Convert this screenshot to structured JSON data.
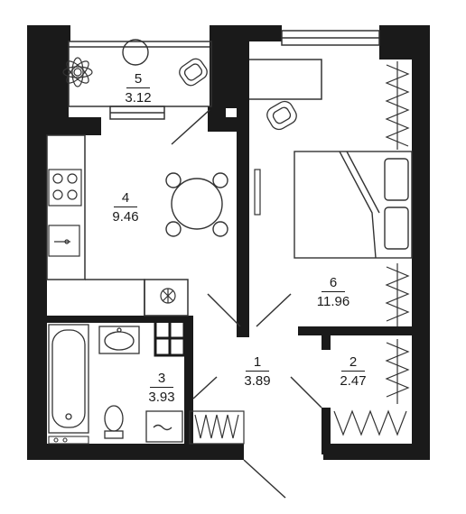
{
  "rooms": [
    {
      "id": "loggia",
      "number": "5",
      "area": "3.12"
    },
    {
      "id": "kitchen",
      "number": "4",
      "area": "9.46"
    },
    {
      "id": "bedroom",
      "number": "6",
      "area": "11.96"
    },
    {
      "id": "hall",
      "number": "1",
      "area": "3.89"
    },
    {
      "id": "closet",
      "number": "2",
      "area": "2.47"
    },
    {
      "id": "bathroom",
      "number": "3",
      "area": "3.93"
    }
  ],
  "colors": {
    "wall": "#1a1a1a",
    "line": "#333333",
    "background": "#ffffff"
  }
}
